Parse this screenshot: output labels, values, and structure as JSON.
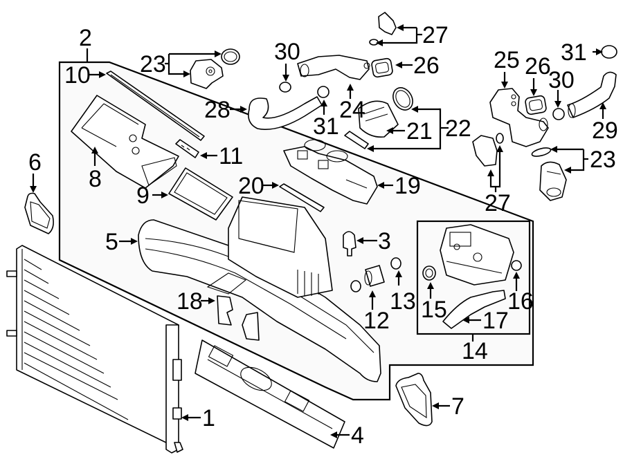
{
  "diagram": {
    "type": "exploded parts diagram",
    "subject": "Air intake / air cleaner assembly with radiator, hoses and fittings",
    "colors": {
      "line": "#000000",
      "background": "#ffffff",
      "group_fill": "#fafafa"
    },
    "callouts": [
      {
        "id": "c1",
        "label": "1",
        "part": "radiator / condenser"
      },
      {
        "id": "c2",
        "label": "2",
        "part": "air cleaner assembly (group)"
      },
      {
        "id": "c3",
        "label": "3",
        "part": "valve / connector"
      },
      {
        "id": "c4",
        "label": "4",
        "part": "lower air duct panel"
      },
      {
        "id": "c5",
        "label": "5",
        "part": "air intake duct"
      },
      {
        "id": "c6",
        "label": "6",
        "part": "seal"
      },
      {
        "id": "c7",
        "label": "7",
        "part": "seal"
      },
      {
        "id": "c8",
        "label": "8",
        "part": "air cleaner cover"
      },
      {
        "id": "c9",
        "label": "9",
        "part": "filter element"
      },
      {
        "id": "c10",
        "label": "10",
        "part": "seal strip"
      },
      {
        "id": "c11",
        "label": "11",
        "part": "bracket"
      },
      {
        "id": "c12",
        "label": "12",
        "part": "hose"
      },
      {
        "id": "c13",
        "label": "13",
        "part": "clamp"
      },
      {
        "id": "c14",
        "label": "14",
        "part": "reservoir assembly (group)"
      },
      {
        "id": "c15",
        "label": "15",
        "part": "seal ring"
      },
      {
        "id": "c16",
        "label": "16",
        "part": "cap / grommet"
      },
      {
        "id": "c17",
        "label": "17",
        "part": "hose"
      },
      {
        "id": "c18",
        "label": "18",
        "part": "insulator pads"
      },
      {
        "id": "c19",
        "label": "19",
        "part": "throttle body / intake"
      },
      {
        "id": "c20",
        "label": "20",
        "part": "gasket"
      },
      {
        "id": "c21",
        "label": "21",
        "part": "intake hose"
      },
      {
        "id": "c22",
        "label": "22",
        "part": "clamps (group)"
      },
      {
        "id": "c23a",
        "label": "23",
        "part": "thermostat housing + seal"
      },
      {
        "id": "c23b",
        "label": "23",
        "part": "thermostat + seal"
      },
      {
        "id": "c24",
        "label": "24",
        "part": "coolant pipe"
      },
      {
        "id": "c25",
        "label": "25",
        "part": "coolant housing"
      },
      {
        "id": "c26a",
        "label": "26",
        "part": "gasket"
      },
      {
        "id": "c26b",
        "label": "26",
        "part": "gasket"
      },
      {
        "id": "c27a",
        "label": "27",
        "part": "sensor + seal"
      },
      {
        "id": "c27b",
        "label": "27",
        "part": "sensor + seal"
      },
      {
        "id": "c28",
        "label": "28",
        "part": "hose"
      },
      {
        "id": "c29",
        "label": "29",
        "part": "hose"
      },
      {
        "id": "c30a",
        "label": "30",
        "part": "clamp"
      },
      {
        "id": "c30b",
        "label": "30",
        "part": "clamp"
      },
      {
        "id": "c31a",
        "label": "31",
        "part": "clamp"
      },
      {
        "id": "c31b",
        "label": "31",
        "part": "cap"
      }
    ]
  }
}
